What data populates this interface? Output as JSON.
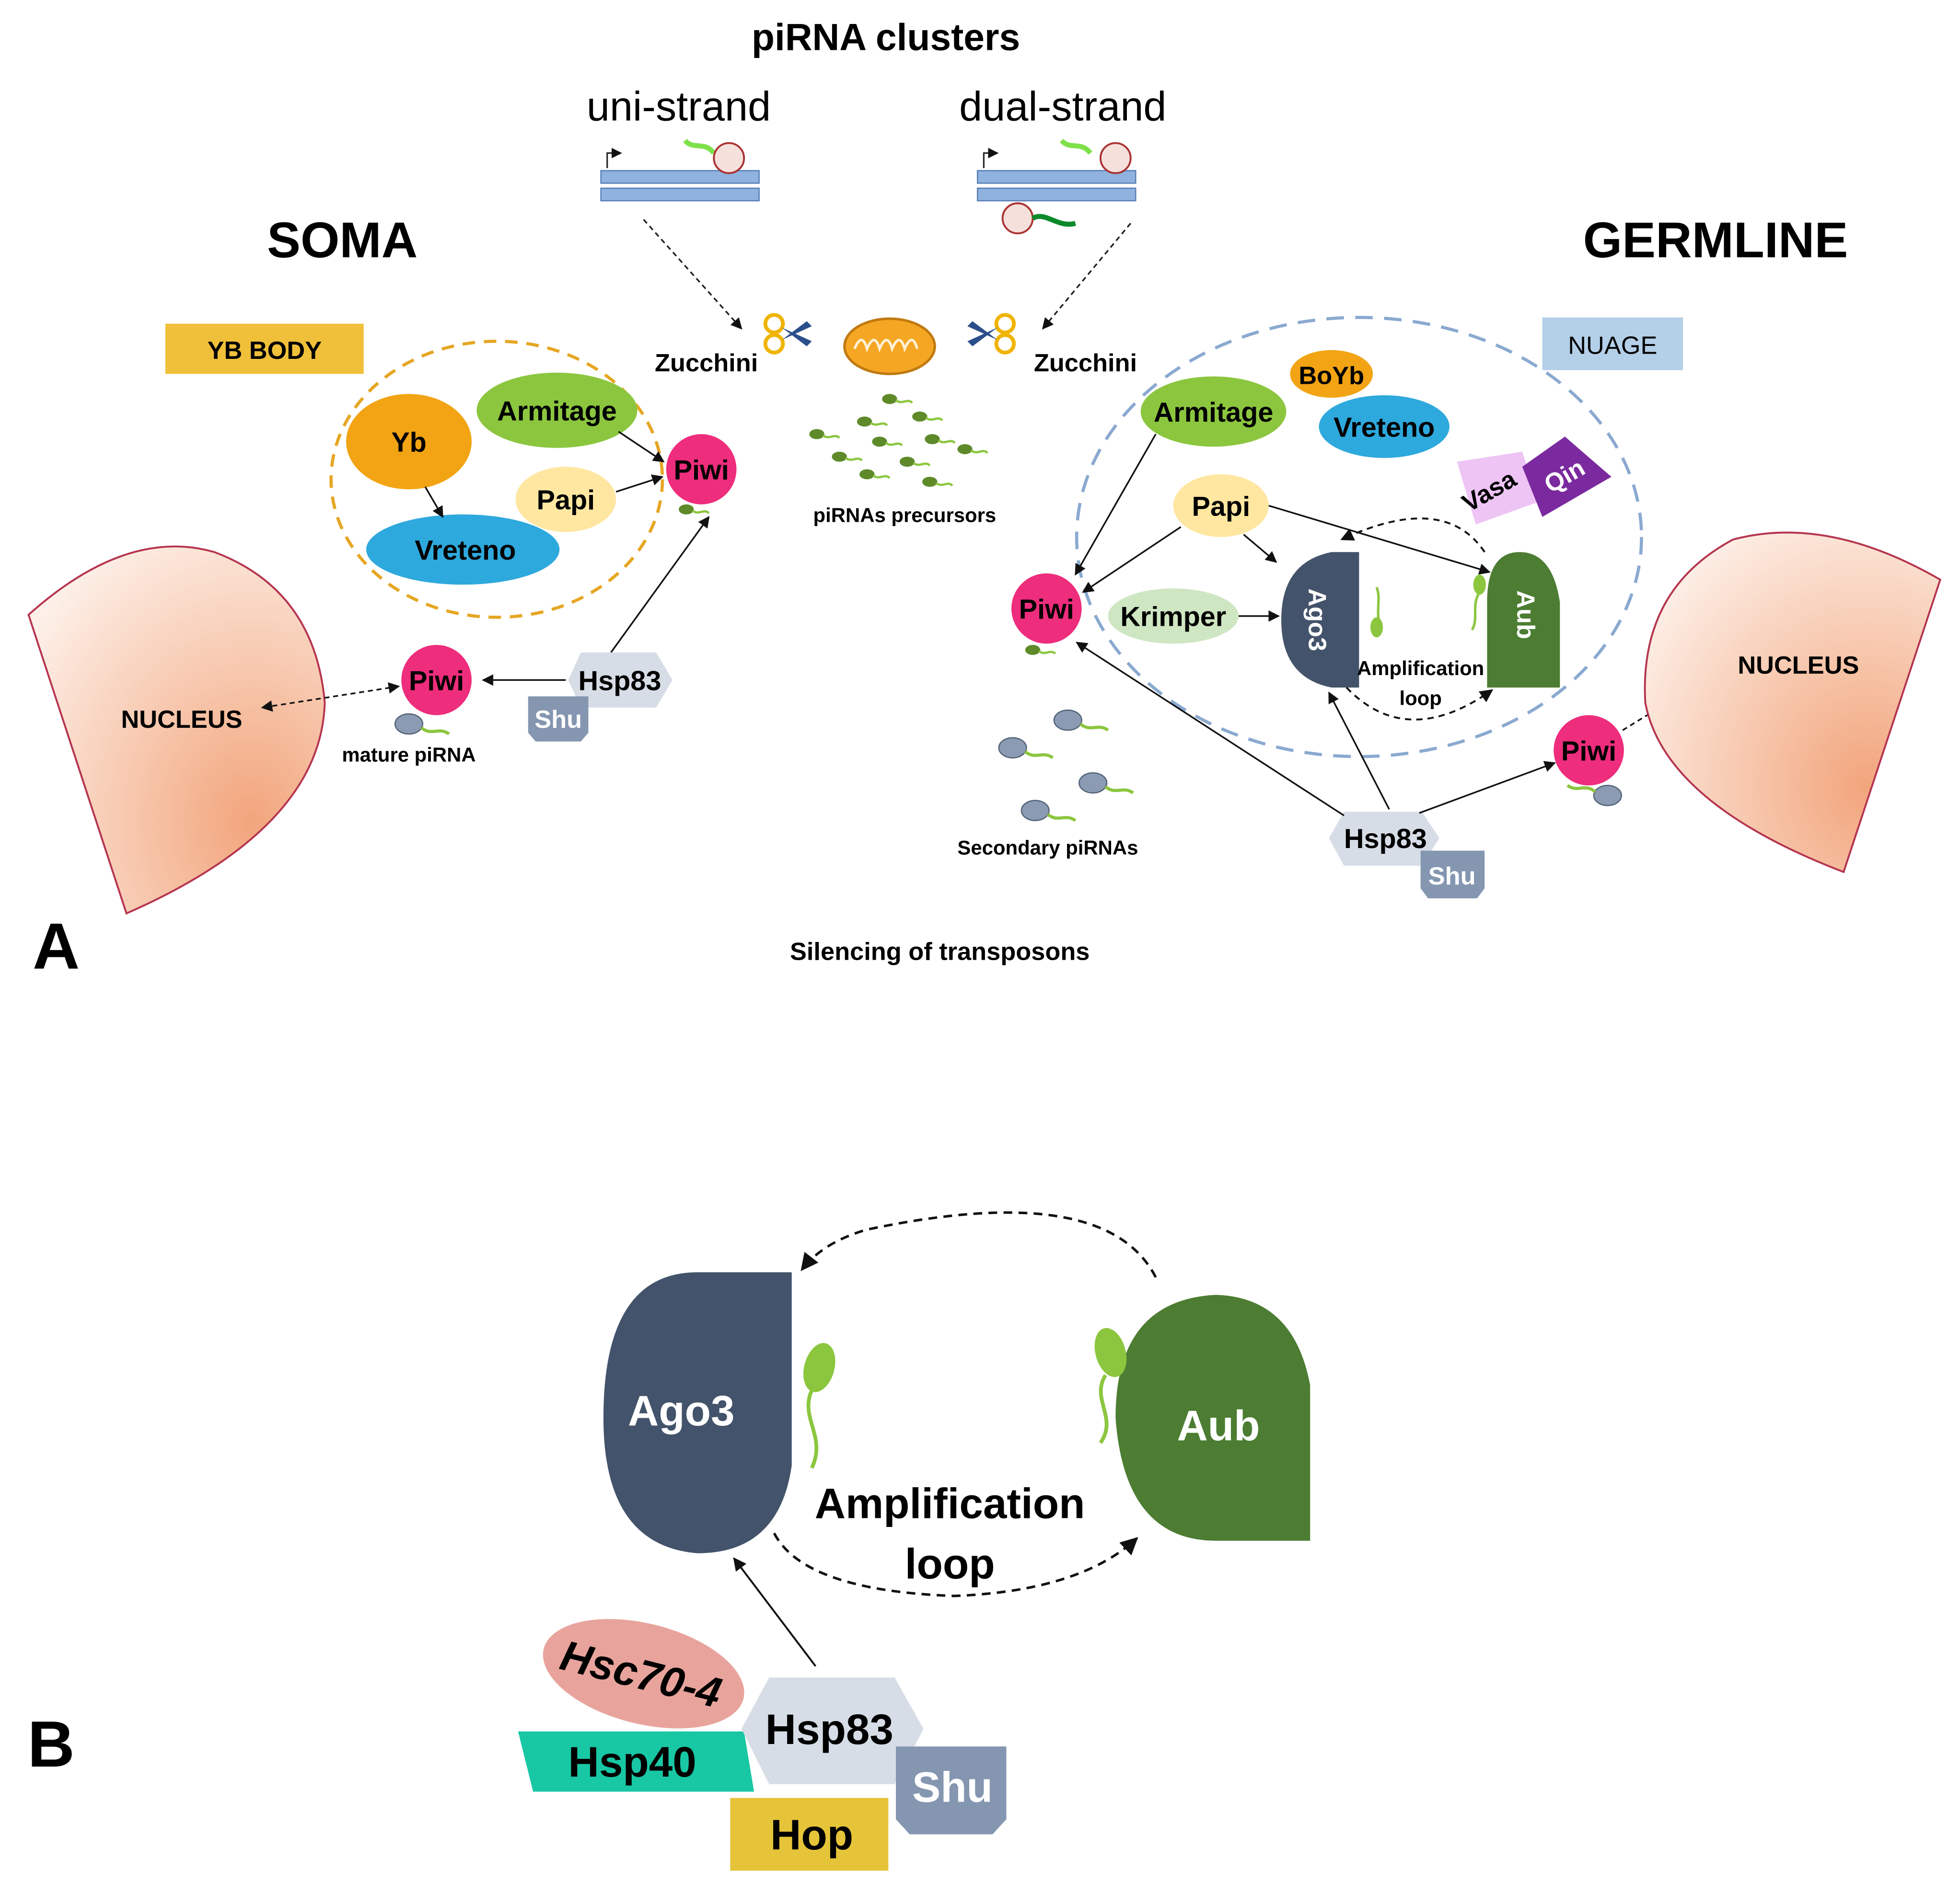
{
  "title": "piRNA clusters",
  "clusters": {
    "uni": "uni-strand",
    "dual": "dual-strand"
  },
  "panel_a": {
    "letter": "A",
    "soma": {
      "heading": "SOMA",
      "compartment": "YB BODY",
      "yb": "Yb",
      "armitage": "Armitage",
      "papi": "Papi",
      "vreteno": "Vreteno",
      "piwi_inner": "Piwi",
      "piwi_outer": "Piwi",
      "hsp83": "Hsp83",
      "shu": "Shu",
      "nucleus": "NUCLEUS",
      "mature_pirna": "mature piRNA"
    },
    "center": {
      "zucchini_left": "Zucchini",
      "zucchini_right": "Zucchini",
      "precursors": "piRNAs precursors",
      "secondary": "Secondary piRNAs",
      "silencing": "Silencing of transposons"
    },
    "germline": {
      "heading": "GERMLINE",
      "compartment": "NUAGE",
      "armitage": "Armitage",
      "boyb": "BoYb",
      "vreteno": "Vreteno",
      "vasa": "Vasa",
      "qin": "Qin",
      "papi": "Papi",
      "piwi": "Piwi",
      "krimper": "Krimper",
      "ago3": "Ago3",
      "aub": "Aub",
      "loop": [
        "Amplification",
        "loop"
      ],
      "piwi_out": "Piwi",
      "hsp83": "Hsp83",
      "shu": "Shu",
      "nucleus": "NUCLEUS"
    }
  },
  "panel_b": {
    "letter": "B",
    "ago3": "Ago3",
    "aub": "Aub",
    "loop": [
      "Amplification",
      "loop"
    ],
    "hsc70": "Hsc70-4",
    "hsp40": "Hsp40",
    "hsp83": "Hsp83",
    "shu": "Shu",
    "hop": "Hop"
  },
  "colors": {
    "piwi": "#ee2d7c",
    "armitage": "#8cc63f",
    "yb": "#f2a414",
    "vreteno": "#2ea9dd",
    "papi": "#ffe7a1",
    "ago3": "#43536b",
    "aub": "#4c7d32",
    "hsp83": "#d7dde6",
    "shu": "#8496b0",
    "hsc70": "#e8a49c",
    "hsp40": "#18c7a4",
    "hop": "#e6c439",
    "vasa": "#eec4f5",
    "qin": "#7a2a9e",
    "yb_body": "#f0c03a",
    "nuage": "#b4cfe8"
  }
}
